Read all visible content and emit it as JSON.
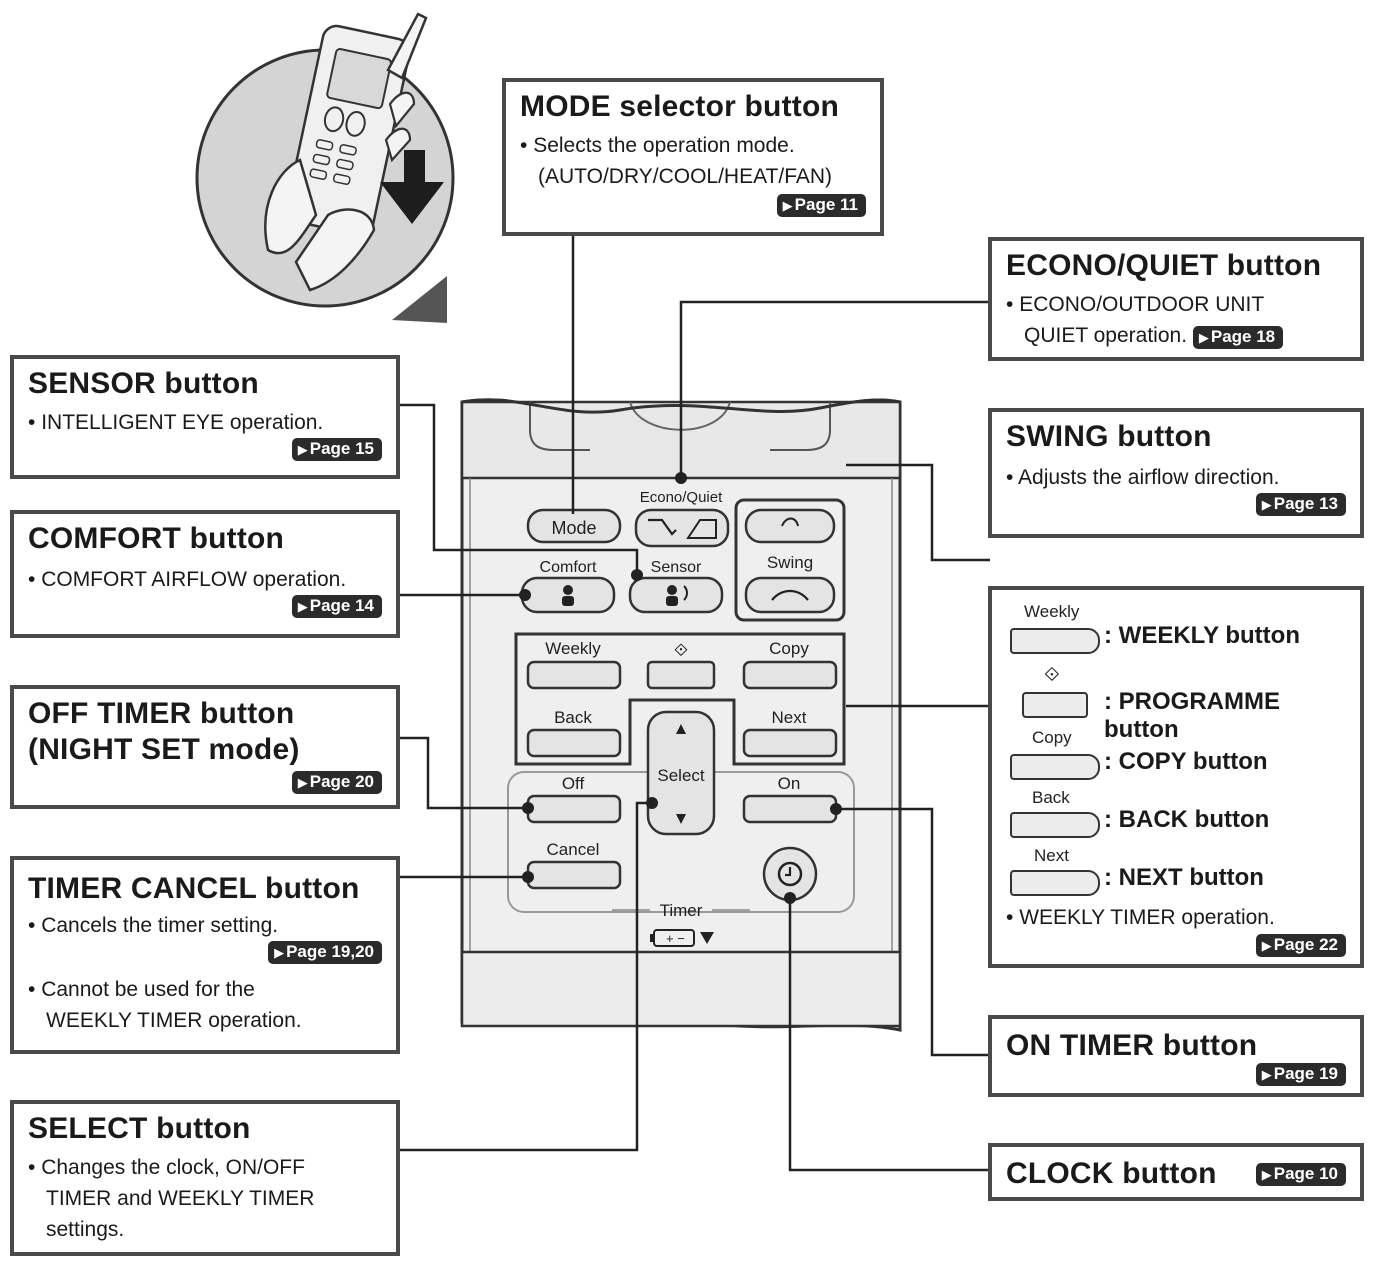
{
  "mode": {
    "title": "MODE selector button",
    "line1": "Selects the operation mode.",
    "line2": "(AUTO/DRY/COOL/HEAT/FAN)",
    "page": "Page 11"
  },
  "econo": {
    "title": "ECONO/QUIET button",
    "line1": "ECONO/OUTDOOR UNIT",
    "line2": "QUIET operation.",
    "page": "Page 18"
  },
  "sensor": {
    "title": "SENSOR button",
    "line1": "INTELLIGENT EYE operation.",
    "page": "Page 15"
  },
  "comfort": {
    "title": "COMFORT button",
    "line1": "COMFORT AIRFLOW operation.",
    "page": "Page 14"
  },
  "swing": {
    "title": "SWING button",
    "line1": "Adjusts the airflow direction.",
    "page": "Page 13"
  },
  "weekly_box": {
    "weekly_lbl": "Weekly",
    "weekly_desc": ": WEEKLY button",
    "prog_desc": ": PROGRAMME button",
    "copy_lbl": "Copy",
    "copy_desc": ": COPY button",
    "back_lbl": "Back",
    "back_desc": ": BACK button",
    "next_lbl": "Next",
    "next_desc": ": NEXT button",
    "line1": "WEEKLY TIMER operation.",
    "page": "Page 22"
  },
  "off_timer": {
    "title1": "OFF TIMER button",
    "title2": "(NIGHT SET mode)",
    "page": "Page 20"
  },
  "timer_cancel": {
    "title": "TIMER CANCEL button",
    "line1": "Cancels the timer setting.",
    "page": "Page 19,20",
    "line2": "Cannot be used for the",
    "line3": "WEEKLY TIMER operation."
  },
  "on_timer": {
    "title": "ON TIMER button",
    "page": "Page 19"
  },
  "select": {
    "title": "SELECT button",
    "line1": "Changes the clock, ON/OFF",
    "line2": "TIMER and WEEKLY TIMER",
    "line3": "settings."
  },
  "clock": {
    "title": "CLOCK button",
    "page": "Page 10"
  },
  "remote": {
    "mode": "Mode",
    "econo_quiet": "Econo/Quiet",
    "comfort": "Comfort",
    "sensor": "Sensor",
    "swing": "Swing",
    "weekly": "Weekly",
    "copy": "Copy",
    "back": "Back",
    "next": "Next",
    "select": "Select",
    "off": "Off",
    "on": "On",
    "cancel": "Cancel",
    "timer": "Timer"
  }
}
